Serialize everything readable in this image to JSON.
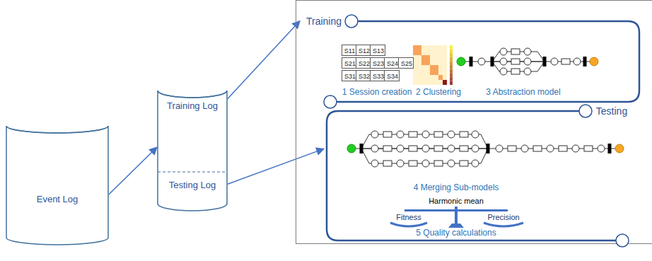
{
  "diagram": {
    "nodes": [
      {
        "text": [
          "Event  Log"
        ]
      },
      {
        "text": [
          "Training Log",
          "Testing Log"
        ]
      },
      {
        "text": [
          "Training"
        ]
      },
      {
        "text": [
          "S11"
        ],
        "in": 2
      },
      {
        "text": [
          "S12"
        ],
        "in": 2
      },
      {
        "text": [
          "S13"
        ],
        "in": 2
      },
      {
        "text": [
          "S21"
        ],
        "in": 2
      },
      {
        "text": [
          "S22"
        ],
        "in": 2
      },
      {
        "text": [
          "S23"
        ],
        "in": 2
      },
      {
        "text": [
          "S24"
        ],
        "in": 2
      },
      {
        "text": [
          "S25"
        ],
        "in": 2
      },
      {
        "text": [
          "S31"
        ],
        "in": 2
      },
      {
        "text": [
          "S32"
        ],
        "in": 2
      },
      {
        "text": [
          "S33"
        ],
        "in": 2
      },
      {
        "text": [
          "S34"
        ],
        "in": 2
      },
      {
        "text": [
          "Testing"
        ]
      }
    ],
    "edges": [
      {
        "from": 0,
        "to": 1,
        "arrow": "to"
      },
      {
        "from": 1,
        "to": 2,
        "arrow": "to"
      },
      {
        "from": 1,
        "to": 15,
        "arrow": "to"
      }
    ],
    "labels": [
      "1 Session creation",
      "2 Clustering",
      "3 Abstraction model",
      "4 Merging Sub-models",
      "Harmonic mean",
      "Fitness",
      "Precision",
      "5 Quality calculations"
    ]
  }
}
